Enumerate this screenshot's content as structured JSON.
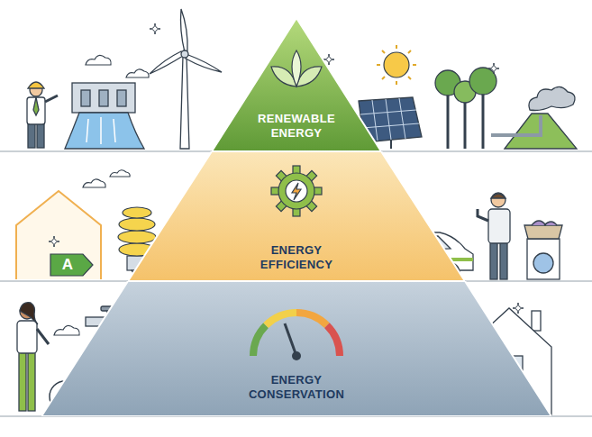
{
  "diagram": {
    "nodes": [
      {
        "text": [
          "RENEWABLE ENERGY"
        ]
      },
      {
        "text": [
          "ENERGY EFFICIENCY"
        ]
      },
      {
        "text": [
          "ENERGY CONSERVATION"
        ]
      }
    ],
    "labels": [
      "A"
    ]
  }
}
